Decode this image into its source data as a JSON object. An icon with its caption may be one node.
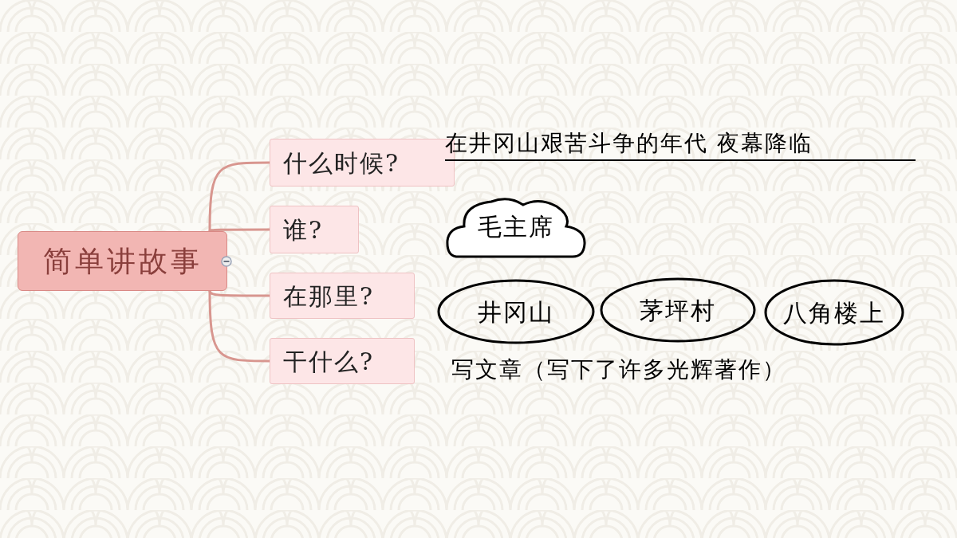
{
  "diagram": {
    "nodes": [
      {
        "text": [
          "简单讲故事"
        ]
      },
      {
        "text": [
          "什么时候?"
        ]
      },
      {
        "text": [
          "谁?"
        ]
      },
      {
        "text": [
          "在那里?"
        ]
      },
      {
        "text": [
          "干什么?"
        ]
      },
      {
        "text": [
          "毛主席"
        ]
      },
      {
        "text": [
          "井冈山"
        ]
      },
      {
        "text": [
          "茅坪村"
        ]
      },
      {
        "text": [
          "八角楼上"
        ]
      }
    ],
    "edges": [
      {
        "from": 0,
        "to": 1,
        "arrow": "none"
      },
      {
        "from": 0,
        "to": 2,
        "arrow": "none"
      },
      {
        "from": 0,
        "to": 3,
        "arrow": "none"
      },
      {
        "from": 0,
        "to": 4,
        "arrow": "none"
      }
    ],
    "labels": [
      "在井冈山艰苦斗争的年代 夜幕降临",
      "写文章（写下了许多光辉著作）"
    ]
  }
}
